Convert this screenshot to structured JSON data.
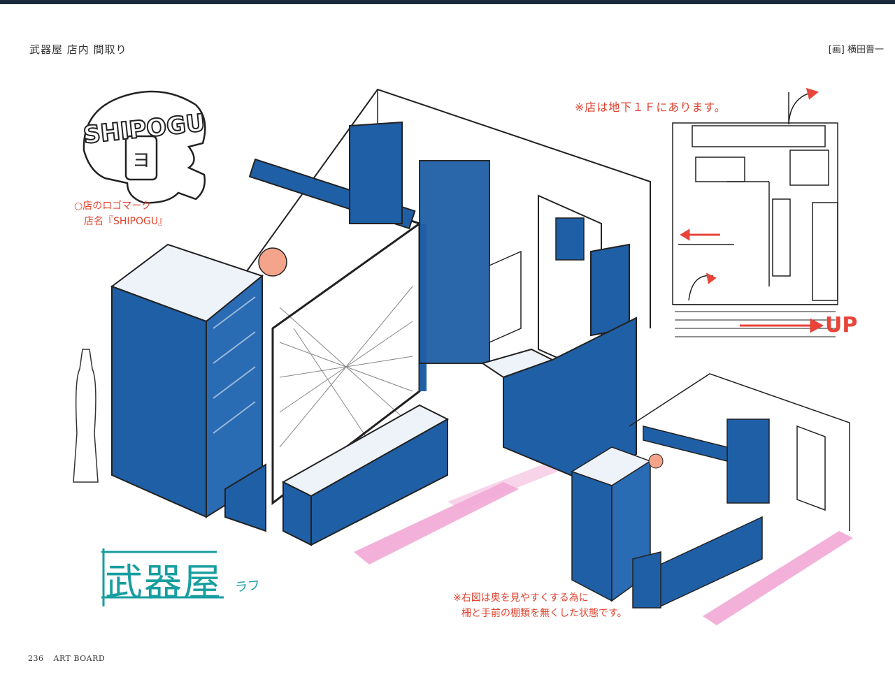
{
  "header": {
    "title": "武器屋 店内 間取り",
    "credit": "[画] 横田晋一"
  },
  "logo": {
    "text": "SHIPOGU",
    "caption_line1": "○店のロゴマーク",
    "caption_line2": "店名『SHIPOGU』"
  },
  "floor_plan": {
    "note": "※店は地下１Ｆにあります。",
    "up_label": "UP"
  },
  "main_sketch": {
    "title": "武器屋",
    "subtitle": "ラフ"
  },
  "small_sketch": {
    "note_line1": "※右図は奥を見やすくする為に",
    "note_line2": "柵と手前の棚類を無くした状態です。"
  },
  "footer": {
    "page_number": "236",
    "book_title": "ART BOARD"
  },
  "colors": {
    "ink": "#222222",
    "blue": "#1f5fa6",
    "red_note": "#e0432f",
    "teal": "#179ea0",
    "pink_floor": "#f2a9d6"
  }
}
